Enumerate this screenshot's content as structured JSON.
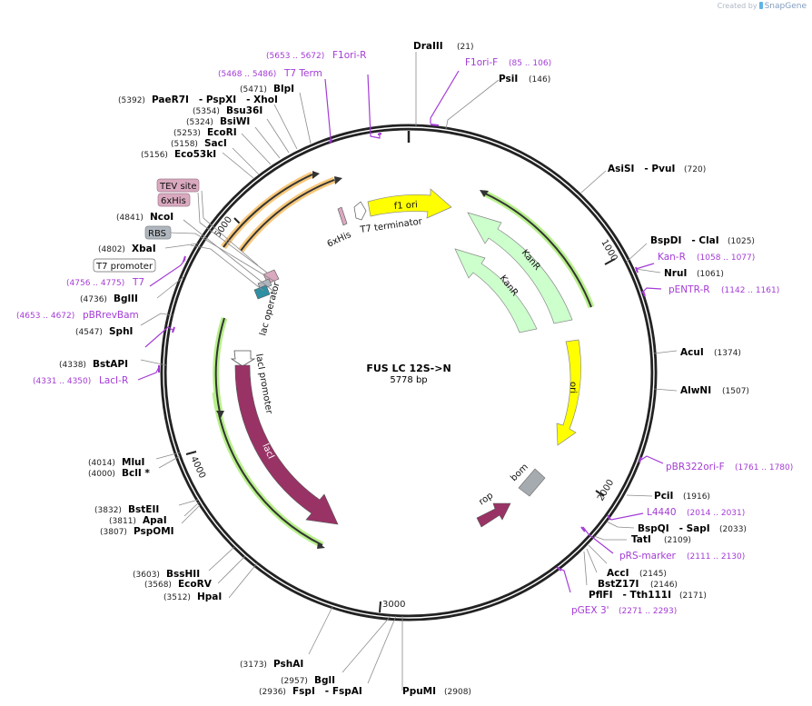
{
  "credit": {
    "text": "Created by",
    "brand": "SnapGene"
  },
  "plasmid": {
    "name": "FUS LC 12S->N",
    "length_label": "5778 bp",
    "length": 5778
  },
  "ticks": [
    {
      "label": "1000",
      "pos": 1000
    },
    {
      "label": "2000",
      "pos": 2000
    },
    {
      "label": "3000",
      "pos": 3000
    },
    {
      "label": "4000",
      "pos": 4000
    },
    {
      "label": "5000",
      "pos": 5000
    }
  ],
  "enzymes": [
    {
      "name": "DraIII",
      "pos": "(21)"
    },
    {
      "name": "PsiI",
      "pos": "(146)"
    },
    {
      "name": "AsiSI   - PvuI",
      "pos": "(720)"
    },
    {
      "name": "BspDI   - ClaI",
      "pos": "(1025)"
    },
    {
      "name": "NruI",
      "pos": "(1061)"
    },
    {
      "name": "AcuI",
      "pos": "(1374)"
    },
    {
      "name": "AlwNI",
      "pos": "(1507)"
    },
    {
      "name": "PciI",
      "pos": "(1916)"
    },
    {
      "name": "BspQI   - SapI",
      "pos": "(2033)"
    },
    {
      "name": "TatI",
      "pos": "(2109)"
    },
    {
      "name": "AccI",
      "pos": "(2145)"
    },
    {
      "name": "BstZ17I",
      "pos": "(2146)"
    },
    {
      "name": "PflFI   - Tth111I",
      "pos": "(2171)"
    },
    {
      "name": "PpuMI",
      "pos": "(2908)"
    },
    {
      "name": "FspI   - FspAI",
      "pos": "(2936)"
    },
    {
      "name": "BglI",
      "pos": "(2957)"
    },
    {
      "name": "PshAI",
      "pos": "(3173)"
    },
    {
      "name": "HpaI",
      "pos": "(3512)"
    },
    {
      "name": "EcoRV",
      "pos": "(3568)"
    },
    {
      "name": "BssHII",
      "pos": "(3603)"
    },
    {
      "name": "PspOMI",
      "pos": "(3807)"
    },
    {
      "name": "ApaI",
      "pos": "(3811)"
    },
    {
      "name": "BstEII",
      "pos": "(3832)"
    },
    {
      "name": "BclI *",
      "pos": "(4000)"
    },
    {
      "name": "MluI",
      "pos": "(4014)"
    },
    {
      "name": "BstAPI",
      "pos": "(4338)"
    },
    {
      "name": "SphI",
      "pos": "(4547)"
    },
    {
      "name": "BglII",
      "pos": "(4736)"
    },
    {
      "name": "XbaI",
      "pos": "(4802)"
    },
    {
      "name": "NcoI",
      "pos": "(4841)"
    },
    {
      "name": "Eco53kI",
      "pos": "(5156)"
    },
    {
      "name": "SacI",
      "pos": "(5158)"
    },
    {
      "name": "EcoRI",
      "pos": "(5253)"
    },
    {
      "name": "BsiWI",
      "pos": "(5324)"
    },
    {
      "name": "Bsu36I",
      "pos": "(5354)"
    },
    {
      "name": "PaeR7I   - PspXI   - XhoI",
      "pos": "(5392)"
    },
    {
      "name": "BlpI",
      "pos": "(5471)"
    }
  ],
  "primers": [
    {
      "name": "F1ori-F",
      "range": "(85 .. 106)"
    },
    {
      "name": "Kan-R",
      "range": "(1058 .. 1077)"
    },
    {
      "name": "pENTR-R",
      "range": "(1142 .. 1161)"
    },
    {
      "name": "pBR322ori-F",
      "range": "(1761 .. 1780)"
    },
    {
      "name": "L4440",
      "range": "(2014 .. 2031)"
    },
    {
      "name": "pRS-marker",
      "range": "(2111 .. 2130)"
    },
    {
      "name": "pGEX 3'",
      "range": "(2271 .. 2293)"
    },
    {
      "name": "LacI-R",
      "range": "(4331 .. 4350)"
    },
    {
      "name": "pBRrevBam",
      "range": "(4653 .. 4672)"
    },
    {
      "name": "T7",
      "range": "(4756 .. 4775)"
    },
    {
      "name": "T7 Term",
      "range": "(5468 .. 5486)"
    },
    {
      "name": "F1ori-R",
      "range": "(5653 .. 5672)"
    }
  ],
  "boxed_features": [
    {
      "name": "TEV site",
      "color": "#d9a9bf"
    },
    {
      "name": "6xHis",
      "color": "#d9a9bf"
    },
    {
      "name": "RBS",
      "color": "#b0b6bd"
    },
    {
      "name": "T7 promoter",
      "color": "#ffffff"
    }
  ],
  "features": [
    {
      "name": "f1 ori",
      "color": "#ffff00"
    },
    {
      "name": "KanR",
      "color": "#ccffcc"
    },
    {
      "name": "KanR",
      "color": "#ccffcc"
    },
    {
      "name": "ori",
      "color": "#ffff00"
    },
    {
      "name": "bom",
      "color": "#a6abb0"
    },
    {
      "name": "rop",
      "color": "#993366"
    },
    {
      "name": "lacI",
      "color": "#993366"
    },
    {
      "name": "lacI promoter",
      "color": "#ffffff"
    },
    {
      "name": "lac operator",
      "color": "#2f8fa3"
    },
    {
      "name": "6xHis",
      "color": "#d9a9bf"
    },
    {
      "name": "T7 terminator",
      "color": "#ffffff"
    }
  ],
  "colors": {
    "backbone": "#222222",
    "primer": "#a43bd6",
    "orf_highlight_green": "#b7f08a",
    "orf_highlight_orange": "#f7c77a"
  }
}
